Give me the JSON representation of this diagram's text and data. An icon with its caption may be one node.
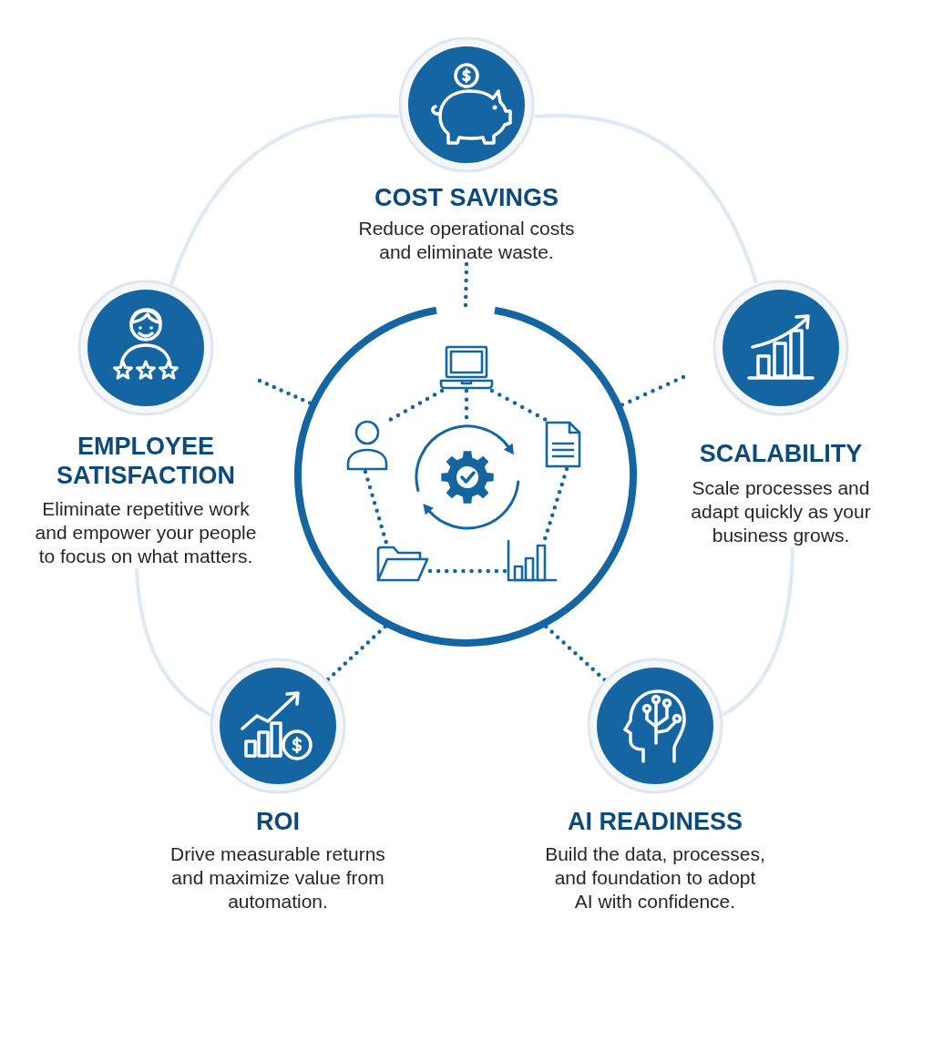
{
  "diagram": {
    "nodes": [
      {
        "text": [
          "COST SAVINGS",
          "Reduce operational costs and eliminate waste."
        ]
      },
      {
        "text": [
          "EMPLOYEE SATISFACTION",
          "Eliminate repetitive work and empower your people to focus on what matters."
        ]
      },
      {
        "text": [
          "SCALABILITY",
          "Scale processes and adapt quickly as your business grows."
        ]
      },
      {
        "text": [],
        "shape": "circle"
      },
      {
        "text": [],
        "shape": "picture",
        "in": 3
      },
      {
        "text": [],
        "shape": "person",
        "in": 3
      },
      {
        "text": [],
        "shape": "picture",
        "in": 3
      },
      {
        "text": [],
        "shape": "picture",
        "in": 3
      },
      {
        "text": [],
        "shape": "picture",
        "in": 3
      },
      {
        "text": [],
        "shape": "picture",
        "in": 3
      },
      {
        "text": [
          "ROI",
          "Drive measurable returns and maximize value from automation."
        ]
      },
      {
        "text": [
          "AI READINESS",
          "Build the data, processes, and foundation to adopt AI with confidence."
        ]
      }
    ],
    "edges": [
      {
        "from": 0,
        "to": 3,
        "arrow": "none",
        "style": "dashed"
      },
      {
        "from": 1,
        "to": 3,
        "arrow": "none",
        "style": "dashed"
      },
      {
        "from": 2,
        "to": 3,
        "arrow": "none",
        "style": "dashed"
      },
      {
        "from": 3,
        "to": 10,
        "arrow": "none",
        "style": "dashed"
      },
      {
        "from": 3,
        "to": 11,
        "arrow": "none",
        "style": "dashed"
      },
      {
        "from": 4,
        "to": 5,
        "arrow": "none",
        "style": "dashed"
      },
      {
        "from": 4,
        "to": 6,
        "arrow": "none",
        "style": "dashed"
      },
      {
        "from": 4,
        "to": 7,
        "arrow": "none",
        "style": "dashed"
      },
      {
        "from": 5,
        "to": 8,
        "arrow": "none",
        "style": "dashed"
      },
      {
        "from": 7,
        "to": 9,
        "arrow": "none",
        "style": "dashed"
      },
      {
        "from": 8,
        "to": 9,
        "arrow": "none",
        "style": "dashed"
      },
      {
        "from": 0,
        "to": 1,
        "arrow": "none",
        "color": "#dde9f4"
      },
      {
        "from": 0,
        "to": 2,
        "arrow": "none",
        "color": "#dde9f4"
      },
      {
        "from": 1,
        "to": 10,
        "arrow": "none",
        "color": "#dde9f4"
      },
      {
        "from": 2,
        "to": 11,
        "arrow": "none",
        "color": "#dde9f4"
      }
    ]
  }
}
